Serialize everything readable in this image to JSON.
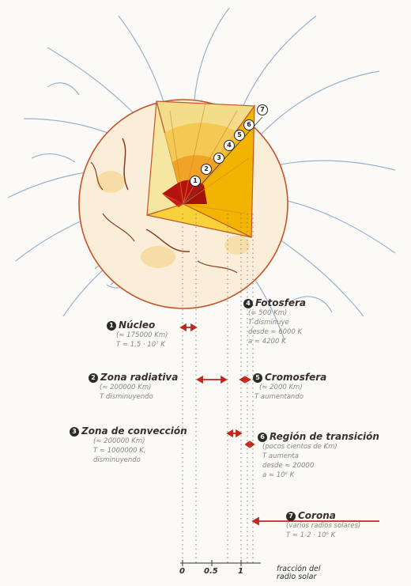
{
  "layers": [
    {
      "n": "1",
      "title": "Núcleo",
      "lines": [
        "(≈ 175000 Km)",
        "T ≈ 1,5 · 10⁷ K"
      ]
    },
    {
      "n": "2",
      "title": "Zona radiativa",
      "lines": [
        "(≈ 200000 Km)",
        "T disminuyendo"
      ]
    },
    {
      "n": "3",
      "title": "Zona de convección",
      "lines": [
        "(≈ 200000 Km)",
        "T ≈ 1000000 K,",
        "disminuyendo"
      ]
    },
    {
      "n": "4",
      "title": "Fotosfera",
      "lines": [
        "(≈ 500 Km)",
        "T disminuye",
        "desde ≈ 6000 K",
        "a ≈ 4200 K"
      ]
    },
    {
      "n": "5",
      "title": "Cromosfera",
      "lines": [
        "(≈ 2000 Km)",
        "T aumentando"
      ]
    },
    {
      "n": "6",
      "title": "Región de transición",
      "lines": [
        "(pocos cientos de Km)",
        "T aumenta",
        "desde ≈ 20000",
        "a ≈ 10⁶ K"
      ]
    },
    {
      "n": "7",
      "title": "Corona",
      "lines": [
        "(varios radios solares)",
        "T ≈ 1-2 · 10⁶ K"
      ]
    }
  ],
  "axis": {
    "ticks": [
      "0",
      "0.5",
      "1"
    ],
    "title_line1": "fracción del",
    "title_line2": "radio solar"
  },
  "colors": {
    "core": "#b5120e",
    "radiative": "#f2b400",
    "convective": "#f7d23a",
    "arrow": "#c0281e",
    "corona_lines": "#7f9fc4",
    "sphere_outline": "#c2542a"
  }
}
